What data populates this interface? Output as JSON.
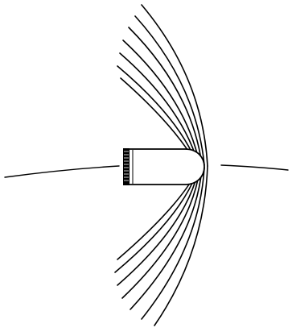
{
  "diagram": {
    "subject": "bullet-with-shock-waves",
    "colors": {
      "background": "#ffffff",
      "ink": "#000000"
    },
    "upper_wave_count": 7,
    "lower_wave_count": 7,
    "trajectory_segments": 2
  }
}
